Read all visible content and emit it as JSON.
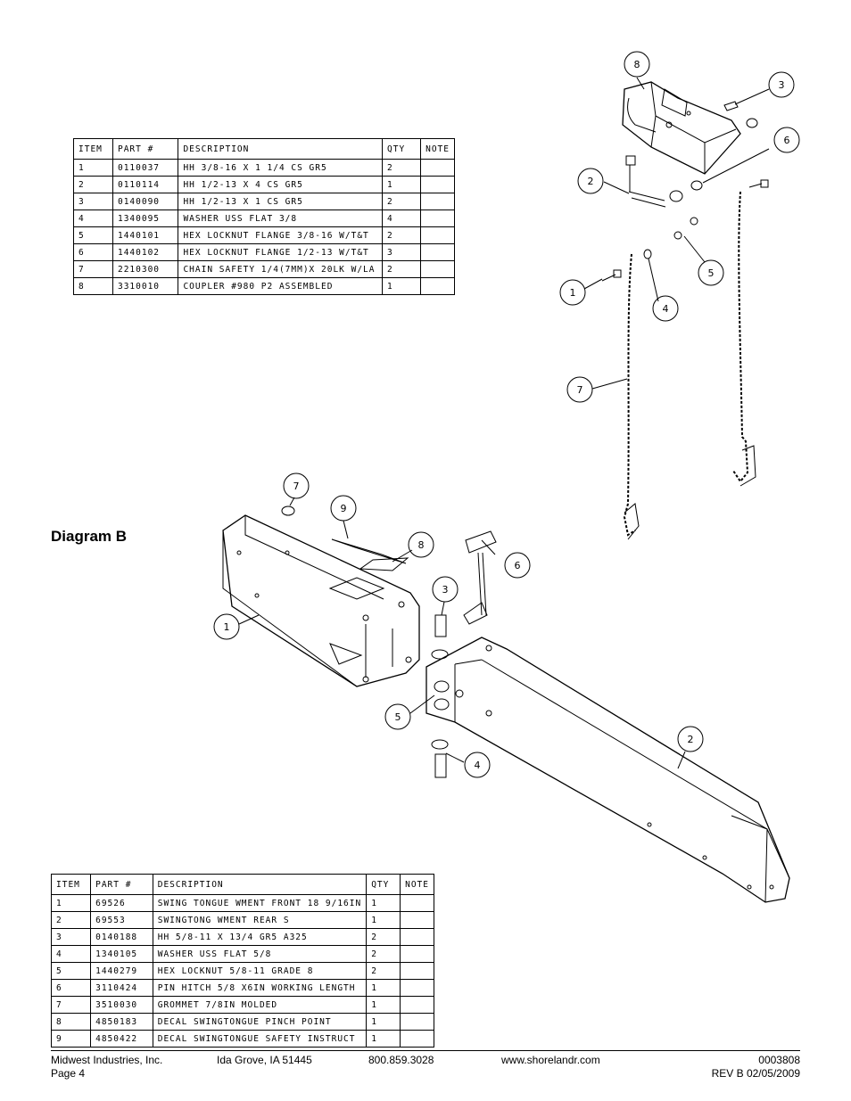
{
  "tableA": {
    "headers": [
      "ITEM",
      "PART #",
      "DESCRIPTION",
      "QTY",
      "NOTE"
    ],
    "rows": [
      [
        "1",
        "0110037",
        "HH 3/8-16 X 1 1/4 CS GR5",
        "2",
        ""
      ],
      [
        "2",
        "0110114",
        "HH 1/2-13 X 4 CS GR5",
        "1",
        ""
      ],
      [
        "3",
        "0140090",
        "HH 1/2-13 X 1 CS GR5",
        "2",
        ""
      ],
      [
        "4",
        "1340095",
        "WASHER USS FLAT 3/8",
        "4",
        ""
      ],
      [
        "5",
        "1440101",
        "HEX LOCKNUT FLANGE 3/8-16 W/T&T",
        "2",
        ""
      ],
      [
        "6",
        "1440102",
        "HEX LOCKNUT FLANGE 1/2-13 W/T&T",
        "3",
        ""
      ],
      [
        "7",
        "2210300",
        "CHAIN SAFETY 1/4(7MM)X 20LK W/LA",
        "2",
        ""
      ],
      [
        "8",
        "3310010",
        "COUPLER #980 P2 ASSEMBLED",
        "1",
        ""
      ]
    ]
  },
  "diagramB": {
    "title": "Diagram B"
  },
  "tableB": {
    "headers": [
      "ITEM",
      "PART #",
      "DESCRIPTION",
      "QTY",
      "NOTE"
    ],
    "rows": [
      [
        "1",
        "69526",
        "SWING TONGUE WMENT FRONT 18 9/16IN",
        "1",
        ""
      ],
      [
        "2",
        "69553",
        "SWINGTONG WMENT REAR S",
        "1",
        ""
      ],
      [
        "3",
        "0140188",
        "HH 5/8-11 X 13/4  GR5 A325",
        "2",
        ""
      ],
      [
        "4",
        "1340105",
        "WASHER USS FLAT 5/8",
        "2",
        ""
      ],
      [
        "5",
        "1440279",
        "HEX LOCKNUT 5/8-11 GRADE 8",
        "2",
        ""
      ],
      [
        "6",
        "3110424",
        "PIN HITCH 5/8 X6IN WORKING LENGTH",
        "1",
        ""
      ],
      [
        "7",
        "3510030",
        "GROMMET  7/8IN MOLDED",
        "1",
        ""
      ],
      [
        "8",
        "4850183",
        "DECAL SWINGTONGUE PINCH POINT",
        "1",
        ""
      ],
      [
        "9",
        "4850422",
        "DECAL SWINGTONGUE SAFETY INSTRUCT",
        "1",
        ""
      ]
    ]
  },
  "callouts": {
    "top": [
      "8",
      "3",
      "6",
      "2",
      "5",
      "1",
      "4",
      "7"
    ],
    "bottom": [
      "7",
      "9",
      "8",
      "6",
      "3",
      "1",
      "5",
      "4",
      "2"
    ]
  },
  "footer": {
    "company": "Midwest Industries, Inc.",
    "page": "Page 4",
    "city": "Ida Grove, IA 51445",
    "phone": "800.859.3028",
    "website": "www.shorelandr.com",
    "doc_number": "0003808",
    "revision": "REV B  02/05/2009"
  }
}
